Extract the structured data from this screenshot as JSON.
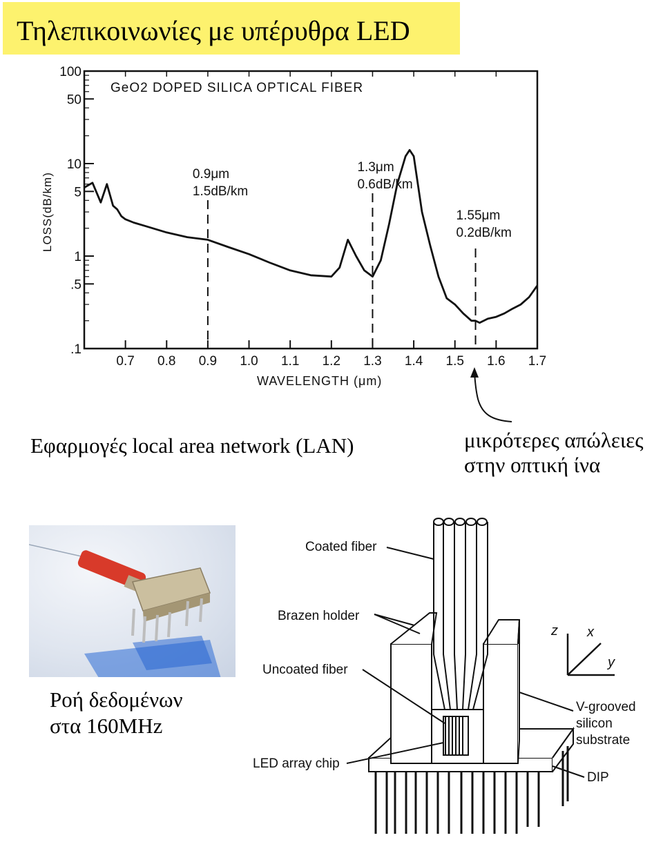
{
  "title": "Τηλεπικοινωνίες με υπέρυθρα LED",
  "lan_text": "Εφαρμογές local area network (LAN)",
  "loss_note": [
    "μικρότερες απώλειες",
    "στην οπτική ίνα"
  ],
  "rate_note": [
    "Ροή δεδομένων",
    "στα 160MHz"
  ],
  "colors": {
    "title_bg": "#fdf26e",
    "ink": "#000000"
  },
  "chart_data": {
    "type": "line",
    "title": "GeO2 DOPED SILICA OPTICAL FIBER",
    "xlabel": "WAVELENGTH (μm)",
    "ylabel": "LOSS(dB/km)",
    "yscale": "log",
    "xlim": [
      0.6,
      1.7
    ],
    "ylim": [
      0.1,
      100
    ],
    "x_ticks": [
      "0.7",
      "0.8",
      "0.9",
      "1.0",
      "1.1",
      "1.2",
      "1.3",
      "1.4",
      "1.5",
      "1.6",
      "1.7"
    ],
    "y_ticks": [
      "100",
      "50",
      "10",
      "5",
      "1",
      ".5",
      ".1"
    ],
    "annotations": [
      {
        "x": 0.9,
        "lines": [
          "0.9μm",
          "1.5dB/km"
        ]
      },
      {
        "x": 1.3,
        "lines": [
          "1.3μm",
          "0.6dB/km"
        ]
      },
      {
        "x": 1.55,
        "lines": [
          "1.55μm",
          "0.2dB/km"
        ]
      }
    ],
    "series": [
      {
        "x": [
          0.6,
          0.62,
          0.64,
          0.655,
          0.67,
          0.68,
          0.69,
          0.7,
          0.72,
          0.75,
          0.8,
          0.85,
          0.9,
          0.95,
          1.0,
          1.05,
          1.1,
          1.15,
          1.2,
          1.22,
          1.24,
          1.26,
          1.28,
          1.3,
          1.32,
          1.34,
          1.36,
          1.38,
          1.39,
          1.4,
          1.42,
          1.44,
          1.46,
          1.48,
          1.5,
          1.52,
          1.54,
          1.55,
          1.56,
          1.58,
          1.6,
          1.62,
          1.64,
          1.66,
          1.68,
          1.7
        ],
        "y": [
          5.5,
          6.2,
          3.8,
          6.0,
          3.5,
          3.2,
          2.7,
          2.5,
          2.3,
          2.1,
          1.8,
          1.6,
          1.5,
          1.25,
          1.05,
          0.85,
          0.7,
          0.62,
          0.6,
          0.75,
          1.5,
          1.0,
          0.7,
          0.6,
          0.9,
          2.2,
          6.0,
          12.0,
          14.0,
          12.0,
          3.0,
          1.3,
          0.6,
          0.35,
          0.3,
          0.24,
          0.2,
          0.2,
          0.19,
          0.21,
          0.22,
          0.24,
          0.27,
          0.3,
          0.36,
          0.48
        ]
      }
    ]
  },
  "diagram": {
    "labels": [
      "Coated fiber",
      "Brazen holder",
      "Uncoated fiber",
      "LED array chip",
      "V-grooved",
      "silicon",
      "substrate",
      "DIP"
    ],
    "axes": [
      "z",
      "x",
      "y"
    ]
  }
}
